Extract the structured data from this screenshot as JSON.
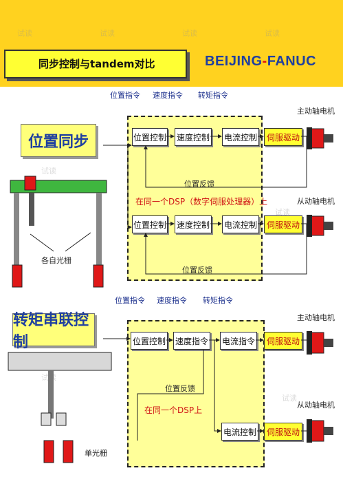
{
  "header": {
    "title": "同步控制与tandem对比",
    "brand_left": "BEIJING",
    "brand_dash": "-",
    "brand_right": "FANUC"
  },
  "section1": {
    "heading": "位置同步",
    "cmd_labels": [
      "位置指令",
      "速度指令",
      "转矩指令"
    ],
    "main_motor": "主动轴电机",
    "sub_motor": "从动轴电机",
    "row1": [
      "位置控制",
      "速度控制",
      "电流控制",
      "伺服驱动"
    ],
    "row2": [
      "位置控制",
      "速度控制",
      "电流控制",
      "伺服驱动"
    ],
    "feedback1": "位置反馈",
    "feedback2": "位置反馈",
    "dsp_note": "在同一个DSP（数字伺服处理器）上",
    "grating": "各自光栅"
  },
  "section2": {
    "heading": "转矩串联控制",
    "cmd_labels": [
      "位置指令",
      "速度指令",
      "转矩指令"
    ],
    "main_motor": "主动轴电机",
    "sub_motor": "从动轴电机",
    "row1": [
      "位置控制",
      "速度指令",
      "电流指令",
      "伺服驱动"
    ],
    "row2": [
      "电流控制",
      "伺服驱动"
    ],
    "feedback": "位置反馈",
    "dsp_note": "在同一个DSP上",
    "grating": "单光栅"
  },
  "watermark": "试读"
}
